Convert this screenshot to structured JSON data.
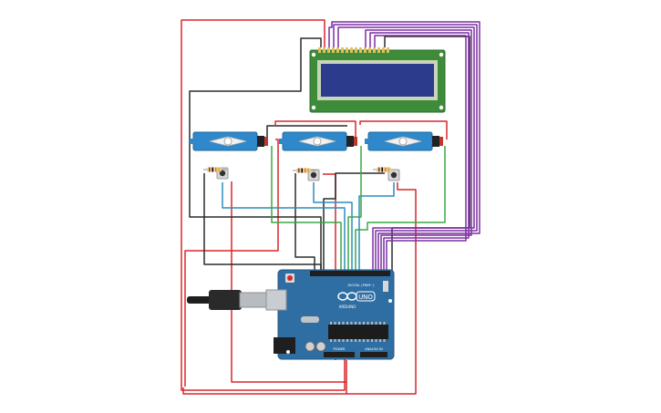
{
  "canvas": {
    "background": "#ffffff"
  },
  "colors": {
    "wire_red": "#d9262b",
    "wire_black": "#2b2b2b",
    "wire_purple": "#7b2fa3",
    "wire_blue": "#2a8fbd",
    "wire_green": "#38a843",
    "pcb_green": "#3e8b3a",
    "lcd_screen": "#2c3b8c",
    "servo_body": "#2f88c9",
    "arduino_board": "#2f6ea3"
  },
  "lcd": {
    "name": "16x2 LCD display"
  },
  "servos": [
    {
      "id": "servo-1"
    },
    {
      "id": "servo-2"
    },
    {
      "id": "servo-3"
    }
  ],
  "buttons": [
    {
      "id": "button-1"
    },
    {
      "id": "button-2"
    },
    {
      "id": "button-3"
    }
  ],
  "resistors": [
    {
      "id": "resistor-1"
    },
    {
      "id": "resistor-2"
    },
    {
      "id": "resistor-3"
    }
  ],
  "arduino": {
    "logo_text": "UNO",
    "brand_text": "ARDUINO",
    "digital_label": "DIGITAL (PWM~)",
    "power_label": "POWER",
    "analog_label": "ANALOG IN"
  }
}
